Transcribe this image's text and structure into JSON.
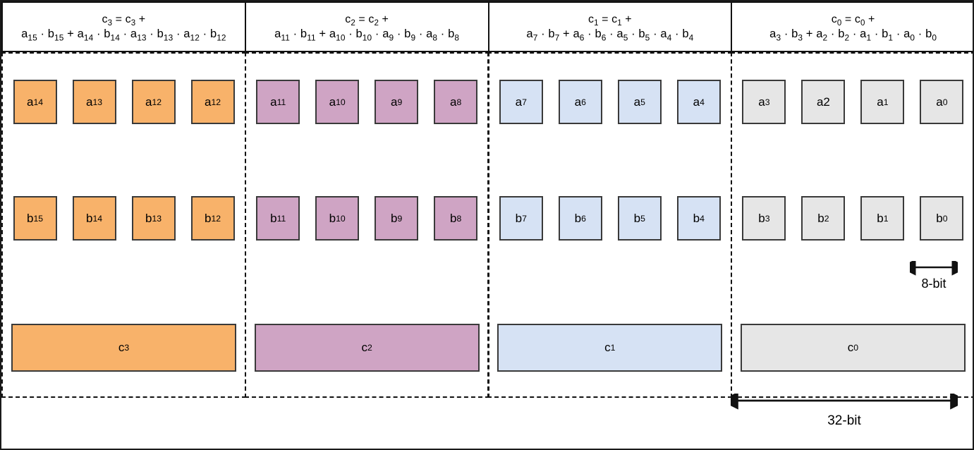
{
  "diagram": {
    "title": "32-bit SIMD multiply-accumulate lane decomposition",
    "colors": {
      "orange": "#F8B26A",
      "purple": "#CFA4C4",
      "blue": "#D6E2F4",
      "gray": "#E6E6E6",
      "outline": "#3A3A3A",
      "frame": "#111111"
    },
    "groups": [
      {
        "id": "lane-3",
        "swatch": "sw-orange",
        "header_line1": "c3 = c3 +",
        "header_line2": "a15 · b15 + a14 · b14 · a13 · b13 · a12 · b12",
        "header_line1_parts": [
          {
            "base": "c",
            "sub": "3"
          },
          {
            "op": " = "
          },
          {
            "base": "c",
            "sub": "3"
          },
          {
            "op": " +"
          }
        ],
        "header_line2_parts": [
          {
            "base": "a",
            "sub": "15"
          },
          {
            "op": " · "
          },
          {
            "base": "b",
            "sub": "15"
          },
          {
            "op": " + "
          },
          {
            "base": "a",
            "sub": "14"
          },
          {
            "op": " · "
          },
          {
            "base": "b",
            "sub": "14"
          },
          {
            "op": " · "
          },
          {
            "base": "a",
            "sub": "13"
          },
          {
            "op": " · "
          },
          {
            "base": "b",
            "sub": "13"
          },
          {
            "op": " · "
          },
          {
            "base": "a",
            "sub": "12"
          },
          {
            "op": " · "
          },
          {
            "base": "b",
            "sub": "12"
          }
        ],
        "a_cells": [
          {
            "base": "a",
            "sub": "14"
          },
          {
            "base": "a",
            "sub": "13"
          },
          {
            "base": "a",
            "sub": "12"
          },
          {
            "base": "a",
            "sub": "12"
          }
        ],
        "b_cells": [
          {
            "base": "b",
            "sub": "15"
          },
          {
            "base": "b",
            "sub": "14"
          },
          {
            "base": "b",
            "sub": "13"
          },
          {
            "base": "b",
            "sub": "12"
          }
        ],
        "accumulator": {
          "base": "c",
          "sub": "3"
        }
      },
      {
        "id": "lane-2",
        "swatch": "sw-purple",
        "header_line1": "c2 = c2 +",
        "header_line2": "a11 · b11 + a10 · b10 · a9 · b9 · a8 · b8",
        "header_line1_parts": [
          {
            "base": "c",
            "sub": "2"
          },
          {
            "op": " = "
          },
          {
            "base": "c",
            "sub": "2"
          },
          {
            "op": " +"
          }
        ],
        "header_line2_parts": [
          {
            "base": "a",
            "sub": "11"
          },
          {
            "op": " · "
          },
          {
            "base": "b",
            "sub": "11"
          },
          {
            "op": " + "
          },
          {
            "base": "a",
            "sub": "10"
          },
          {
            "op": " · "
          },
          {
            "base": "b",
            "sub": "10"
          },
          {
            "op": " · "
          },
          {
            "base": "a",
            "sub": "9"
          },
          {
            "op": " · "
          },
          {
            "base": "b",
            "sub": "9"
          },
          {
            "op": " · "
          },
          {
            "base": "a",
            "sub": "8"
          },
          {
            "op": " · "
          },
          {
            "base": "b",
            "sub": "8"
          }
        ],
        "a_cells": [
          {
            "base": "a",
            "sub": "11"
          },
          {
            "base": "a",
            "sub": "10"
          },
          {
            "base": "a",
            "sub": "9"
          },
          {
            "base": "a",
            "sub": "8"
          }
        ],
        "b_cells": [
          {
            "base": "b",
            "sub": "11"
          },
          {
            "base": "b",
            "sub": "10"
          },
          {
            "base": "b",
            "sub": "9"
          },
          {
            "base": "b",
            "sub": "8"
          }
        ],
        "accumulator": {
          "base": "c",
          "sub": "2"
        }
      },
      {
        "id": "lane-1",
        "swatch": "sw-blue",
        "header_line1": "c1 = c1 +",
        "header_line2": "a7 · b7 + a6 · b6 · a5 · b5 · a4 · b4",
        "header_line1_parts": [
          {
            "base": "c",
            "sub": "1"
          },
          {
            "op": " = "
          },
          {
            "base": "c",
            "sub": "1"
          },
          {
            "op": " +"
          }
        ],
        "header_line2_parts": [
          {
            "base": "a",
            "sub": "7"
          },
          {
            "op": " · "
          },
          {
            "base": "b",
            "sub": "7"
          },
          {
            "op": " + "
          },
          {
            "base": "a",
            "sub": "6"
          },
          {
            "op": " · "
          },
          {
            "base": "b",
            "sub": "6"
          },
          {
            "op": " · "
          },
          {
            "base": "a",
            "sub": "5"
          },
          {
            "op": " · "
          },
          {
            "base": "b",
            "sub": "5"
          },
          {
            "op": " · "
          },
          {
            "base": "a",
            "sub": "4"
          },
          {
            "op": " · "
          },
          {
            "base": "b",
            "sub": "4"
          }
        ],
        "a_cells": [
          {
            "base": "a",
            "sub": "7"
          },
          {
            "base": "a",
            "sub": "6"
          },
          {
            "base": "a",
            "sub": "5"
          },
          {
            "base": "a",
            "sub": "4"
          }
        ],
        "b_cells": [
          {
            "base": "b",
            "sub": "7"
          },
          {
            "base": "b",
            "sub": "6"
          },
          {
            "base": "b",
            "sub": "5"
          },
          {
            "base": "b",
            "sub": "4"
          }
        ],
        "accumulator": {
          "base": "c",
          "sub": "1"
        }
      },
      {
        "id": "lane-0",
        "swatch": "sw-gray",
        "header_line1": "c0 = c0 +",
        "header_line2": "a3 · b3 + a2 · b2 · a1 · b1 · a0 · b0",
        "header_line1_parts": [
          {
            "base": "c",
            "sub": "0"
          },
          {
            "op": " = "
          },
          {
            "base": "c",
            "sub": "0"
          },
          {
            "op": " +"
          }
        ],
        "header_line2_parts": [
          {
            "base": "a",
            "sub": "3"
          },
          {
            "op": " · "
          },
          {
            "base": "b",
            "sub": "3"
          },
          {
            "op": " + "
          },
          {
            "base": "a",
            "sub": "2"
          },
          {
            "op": " · "
          },
          {
            "base": "b",
            "sub": "2"
          },
          {
            "op": " · "
          },
          {
            "base": "a",
            "sub": "1"
          },
          {
            "op": " · "
          },
          {
            "base": "b",
            "sub": "1"
          },
          {
            "op": " · "
          },
          {
            "base": "a",
            "sub": "0"
          },
          {
            "op": " · "
          },
          {
            "base": "b",
            "sub": "0"
          }
        ],
        "a_cells": [
          {
            "base": "a",
            "sub": "3"
          },
          {
            "base": "a2",
            "sub": ""
          },
          {
            "base": "a",
            "sub": "1"
          },
          {
            "base": "a",
            "sub": "0"
          }
        ],
        "b_cells": [
          {
            "base": "b",
            "sub": "3"
          },
          {
            "base": "b",
            "sub": "2"
          },
          {
            "base": "b",
            "sub": "1"
          },
          {
            "base": "b",
            "sub": "0"
          }
        ],
        "accumulator": {
          "base": "c",
          "sub": "0"
        }
      }
    ],
    "measures": {
      "element_width": "8-bit",
      "accumulator_width": "32-bit"
    }
  }
}
